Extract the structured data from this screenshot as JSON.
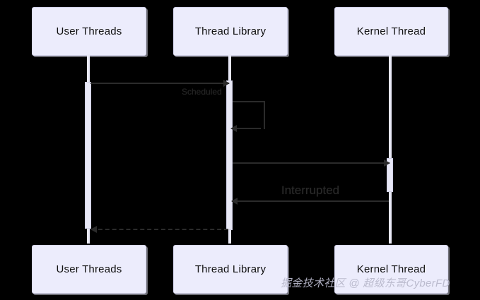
{
  "diagram": {
    "type": "sequence-diagram",
    "background_color": "#000000",
    "box_fill_color": "#ececfc",
    "lifeline_color": "#e8e8f6",
    "arrow_color": "#2b2b2b",
    "participants": [
      {
        "id": "user-threads",
        "label": "User Threads"
      },
      {
        "id": "thread-library",
        "label": "Thread Library"
      },
      {
        "id": "kernel-thread",
        "label": "Kernel Thread"
      }
    ],
    "participants_bottom": [
      {
        "id": "user-threads-bottom",
        "label": "User Threads"
      },
      {
        "id": "thread-library-bottom",
        "label": "Thread Library"
      },
      {
        "id": "kernel-thread-bottom",
        "label": "Kernel Thread"
      }
    ],
    "messages": [
      {
        "id": "msg-create-thread",
        "from": "user-threads",
        "to": "thread-library",
        "label": " ",
        "style": "solid",
        "direction": "right"
      },
      {
        "id": "msg-scheduled",
        "from": "thread-library",
        "to": "thread-library",
        "label": "Scheduled",
        "style": "solid",
        "direction": "self"
      },
      {
        "id": "msg-map-to-kernel",
        "from": "thread-library",
        "to": "kernel-thread",
        "label": " ",
        "style": "solid",
        "direction": "right"
      },
      {
        "id": "msg-interrupted",
        "from": "kernel-thread",
        "to": "thread-library",
        "label": "Interrupted",
        "style": "solid",
        "direction": "left"
      },
      {
        "id": "msg-return",
        "from": "thread-library",
        "to": "user-threads",
        "label": " ",
        "style": "dashed",
        "direction": "left"
      }
    ]
  },
  "watermark": {
    "text": "掘金技术社区 @ 超级东哥CyberFD"
  }
}
